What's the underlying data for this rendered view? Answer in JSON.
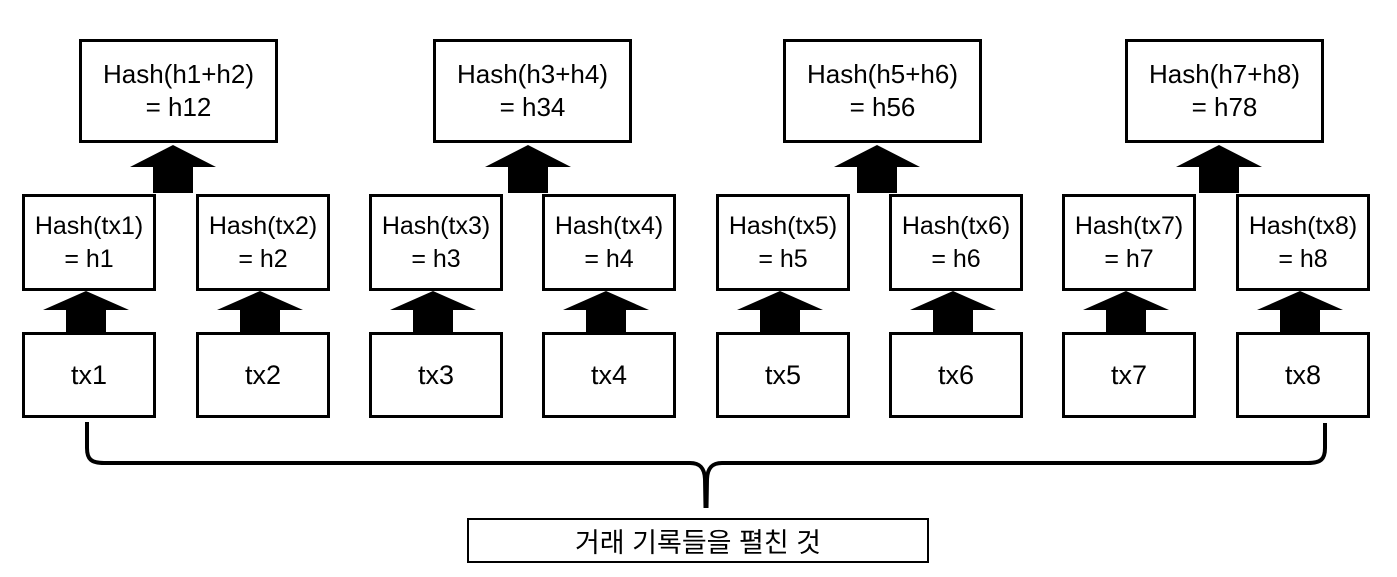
{
  "diagram": {
    "type": "merkle-tree",
    "colors": {
      "line": "#000000",
      "text": "#000000",
      "background": "#ffffff"
    },
    "icons": {
      "up_arrow": "filled-up-arrow",
      "brace": "horizontal-curly-brace"
    },
    "parent_hashes": [
      {
        "line1": "Hash(h1+h2)",
        "line2": "= h12"
      },
      {
        "line1": "Hash(h3+h4)",
        "line2": "= h34"
      },
      {
        "line1": "Hash(h5+h6)",
        "line2": "= h56"
      },
      {
        "line1": "Hash(h7+h8)",
        "line2": "= h78"
      }
    ],
    "leaf_hashes": [
      {
        "line1": "Hash(tx1)",
        "line2": "= h1"
      },
      {
        "line1": "Hash(tx2)",
        "line2": "= h2"
      },
      {
        "line1": "Hash(tx3)",
        "line2": "= h3"
      },
      {
        "line1": "Hash(tx4)",
        "line2": "= h4"
      },
      {
        "line1": "Hash(tx5)",
        "line2": "= h5"
      },
      {
        "line1": "Hash(tx6)",
        "line2": "= h6"
      },
      {
        "line1": "Hash(tx7)",
        "line2": "= h7"
      },
      {
        "line1": "Hash(tx8)",
        "line2": "= h8"
      }
    ],
    "transactions": [
      "tx1",
      "tx2",
      "tx3",
      "tx4",
      "tx5",
      "tx6",
      "tx7",
      "tx8"
    ],
    "bottom_label": "거래 기록들을 펼친 것"
  }
}
